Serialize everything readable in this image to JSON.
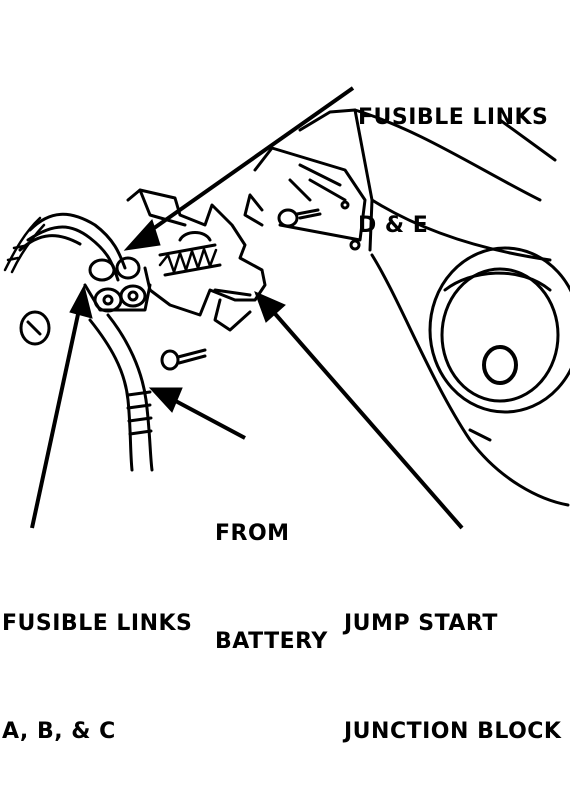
{
  "labels": {
    "fusible_links_de": {
      "line1": "FUSIBLE LINKS",
      "line2": "D & E"
    },
    "from_battery": {
      "line1": "FROM",
      "line2": "BATTERY"
    },
    "fusible_links_abc": {
      "line1": "FUSIBLE LINKS",
      "line2": "A, B, & C"
    },
    "jump_start": {
      "line1": "JUMP START",
      "line2": "JUNCTION BLOCK"
    }
  },
  "colors": {
    "ink": "#000000",
    "paper": "#ffffff"
  }
}
